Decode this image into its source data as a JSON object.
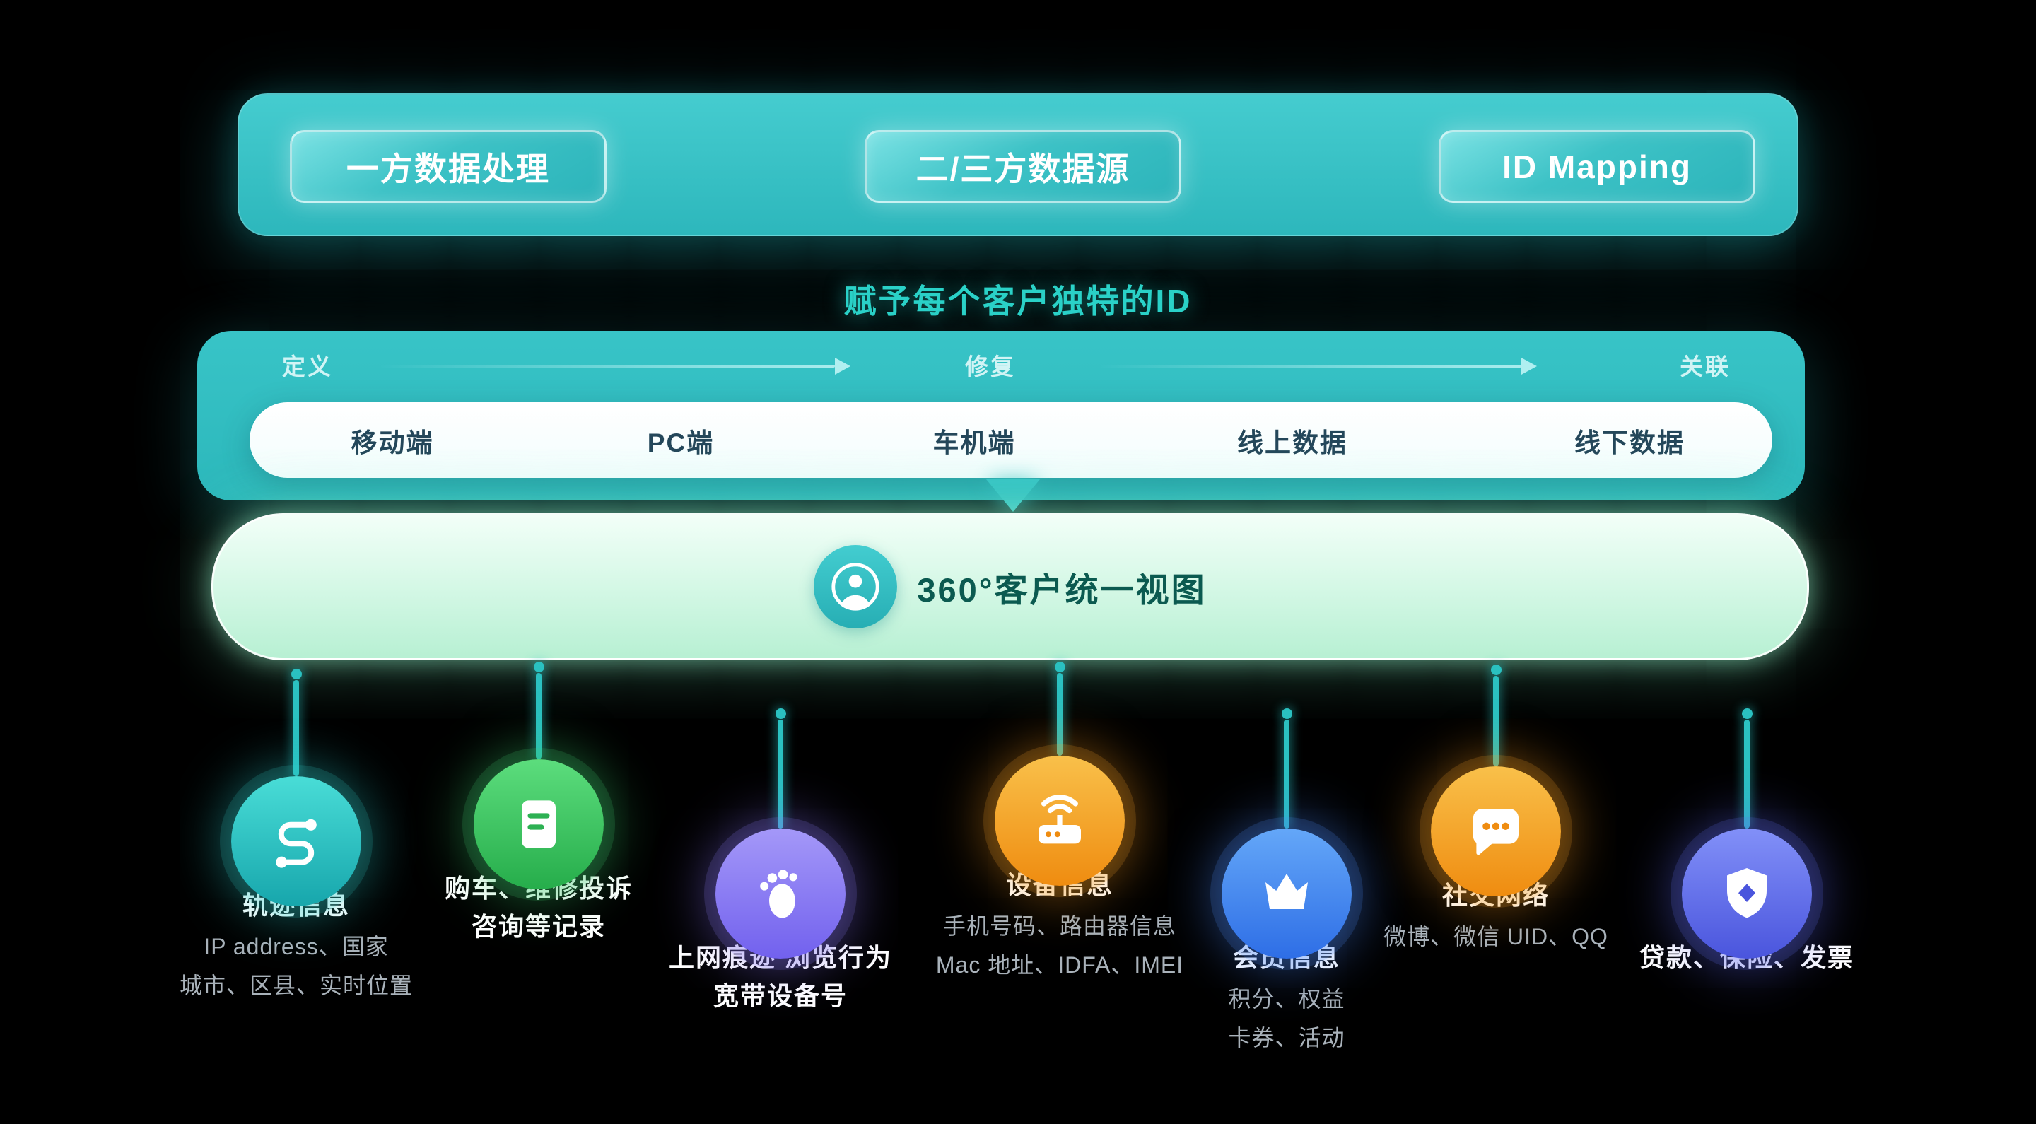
{
  "colors": {
    "background": "#000000",
    "teal_accent": "#2fc0c3",
    "heading_teal": "#2bd2c8",
    "mint": "#c9f5de",
    "unified_text": "#0b5a50",
    "channel_text": "#24475a",
    "sub_text": "#a9b2ba",
    "node_teal": "#1fb4b8",
    "node_green": "#2db153",
    "node_purple": "#7b6af0",
    "node_orange": "#f29318",
    "node_blue": "#3b7bf0",
    "node_indigo": "#5560e6"
  },
  "top_banner": {
    "buttons": [
      {
        "label": "一方数据处理"
      },
      {
        "label": "二/三方数据源"
      },
      {
        "label": "ID Mapping"
      }
    ]
  },
  "heading": "赋予每个客户独特的ID",
  "pipeline": {
    "stages": [
      "定义",
      "修复",
      "关联"
    ],
    "channels": [
      "移动端",
      "PC端",
      "车机端",
      "线上数据",
      "线下数据"
    ]
  },
  "unified_view": {
    "icon": "person-icon",
    "label": "360°客户统一视图"
  },
  "nodes": [
    {
      "icon": "route-icon",
      "color": "teal",
      "title_lines": [
        "轨迹信息"
      ],
      "sub_lines": [
        "IP address、国家",
        "城市、区县、实时位置"
      ]
    },
    {
      "icon": "document-icon",
      "color": "green",
      "title_lines": [
        "购车、维修投诉",
        "咨询等记录"
      ],
      "sub_lines": []
    },
    {
      "icon": "footprint-icon",
      "color": "purple",
      "title_lines": [
        "上网痕迹 浏览行为",
        "宽带设备号"
      ],
      "sub_lines": []
    },
    {
      "icon": "router-icon",
      "color": "orange",
      "title_lines": [
        "设备信息"
      ],
      "sub_lines": [
        "手机号码、路由器信息",
        "Mac 地址、IDFA、IMEI"
      ]
    },
    {
      "icon": "crown-icon",
      "color": "blue",
      "title_lines": [
        "会员信息"
      ],
      "sub_lines": [
        "积分、权益",
        "卡券、活动"
      ]
    },
    {
      "icon": "chat-icon",
      "color": "orange",
      "title_lines": [
        "社交网络"
      ],
      "sub_lines": [
        "微博、微信 UID、QQ"
      ]
    },
    {
      "icon": "shield-invoice-icon",
      "color": "indigo",
      "title_lines": [
        "贷款、保险、发票"
      ],
      "sub_lines": []
    }
  ]
}
